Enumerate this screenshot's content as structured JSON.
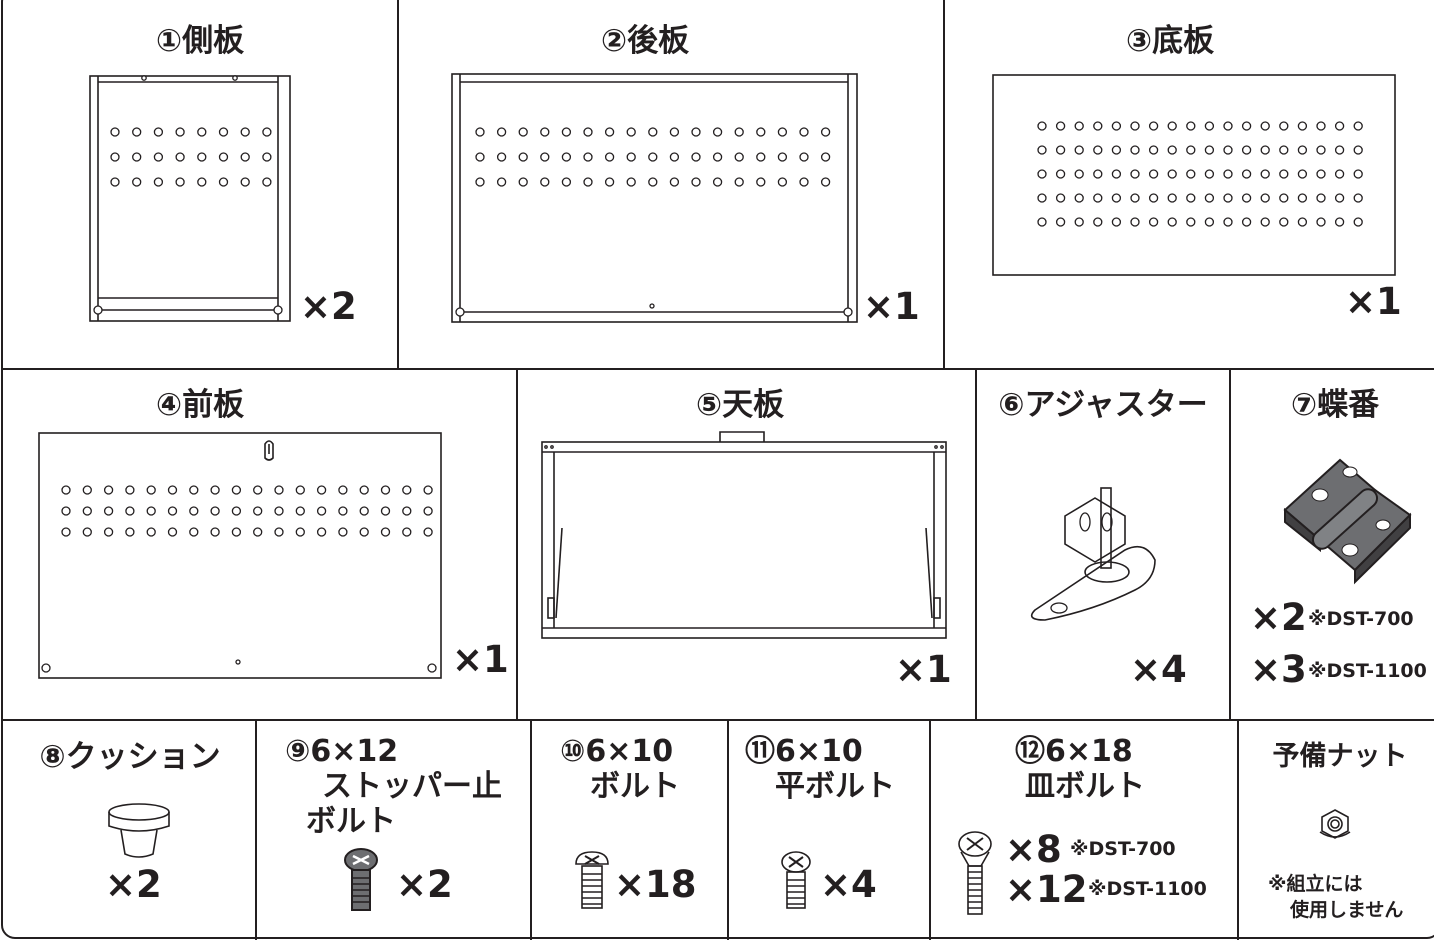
{
  "parts": {
    "p1": {
      "title": "①側板",
      "qty": "×2"
    },
    "p2": {
      "title": "②後板",
      "qty": "×1"
    },
    "p3": {
      "title": "③底板",
      "qty": "×1"
    },
    "p4": {
      "title": "④前板",
      "qty": "×1"
    },
    "p5": {
      "title": "⑤天板",
      "qty": "×1"
    },
    "p6": {
      "title": "⑥アジャスター",
      "qty": "×4"
    },
    "p7": {
      "title": "⑦蝶番",
      "qty_a": "×2",
      "note_a": "※DST-700",
      "qty_b": "×3",
      "note_b": "※DST-1100"
    },
    "p8": {
      "title": "⑧クッション",
      "qty": "×2"
    },
    "p9": {
      "title_line1": "⑨6×12",
      "title_line2": "ストッパー止",
      "title_line3": "ボルト",
      "qty": "×2"
    },
    "p10": {
      "title_line1": "⑩6×10",
      "title_line2": "ボルト",
      "qty": "×18"
    },
    "p11": {
      "title_line1": "⑪6×10",
      "title_line2": "平ボルト",
      "qty": "×4"
    },
    "p12": {
      "title_line1": "⑫6×18",
      "title_line2": "皿ボルト",
      "qty_a": "×8",
      "note_a": "※DST-700",
      "qty_b": "×12",
      "note_b": "※DST-1100"
    },
    "spare": {
      "title": "予備ナット",
      "note_line1": "※組立には",
      "note_line2": "使用しません"
    }
  },
  "icons": {
    "side_panel": "side-panel-drawing",
    "back_panel": "back-panel-drawing",
    "bottom_panel": "bottom-panel-drawing",
    "front_panel": "front-panel-drawing",
    "top_panel": "top-panel-drawing",
    "adjuster": "adjuster-foot-drawing",
    "hinge": "hinge-drawing",
    "cushion": "cushion-drawing",
    "stopper_bolt": "stopper-bolt-drawing",
    "bolt": "bolt-drawing",
    "flat_bolt": "flat-bolt-drawing",
    "countersunk_bolt": "countersunk-bolt-drawing",
    "nut": "flange-nut-drawing"
  },
  "colors": {
    "ink": "#231f20",
    "hinge_gray": "#6d6e71"
  }
}
